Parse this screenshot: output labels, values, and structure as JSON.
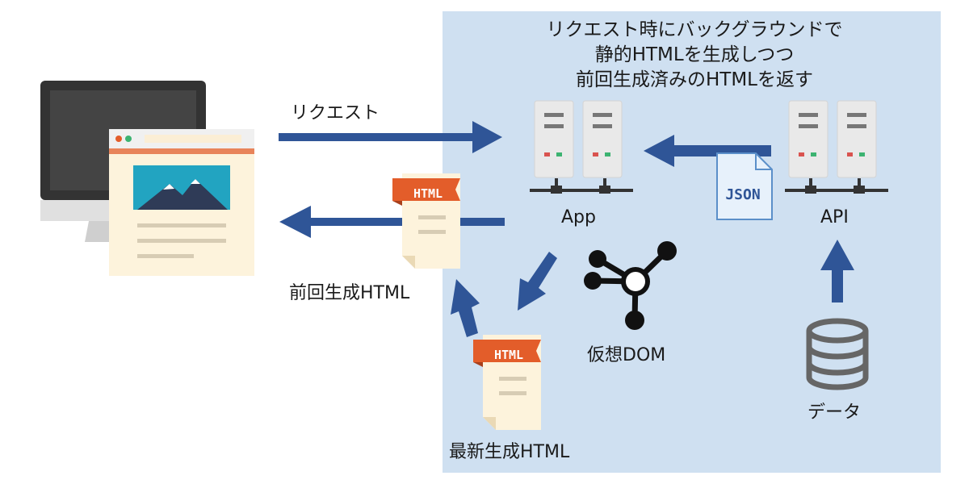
{
  "caption": {
    "line1": "リクエスト時にバックグラウンドで",
    "line2": "静的HTMLを生成しつつ",
    "line3": "前回生成済みのHTMLを返す"
  },
  "labels": {
    "request": "リクエスト",
    "previous_html": "前回生成HTML",
    "latest_html": "最新生成HTML",
    "app": "App",
    "api": "API",
    "virtual_dom": "仮想DOM",
    "data": "データ"
  },
  "badges": {
    "html_badge": "HTML",
    "json_badge": "JSON"
  },
  "colors": {
    "panel": "#cfe0f1",
    "arrow": "#2f5597",
    "html_tag": "#e35d2a",
    "paper": "#fdf3dc",
    "server": "#e6e6e6"
  }
}
